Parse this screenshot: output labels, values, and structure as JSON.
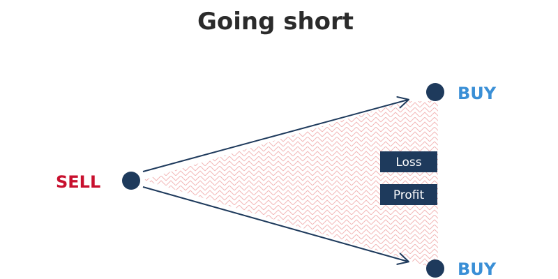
{
  "title": "Going short",
  "nodes": {
    "sell": "SELL",
    "buy_top": "BUY",
    "buy_bottom": "BUY"
  },
  "boxes": {
    "loss": "Loss",
    "profit": "Profit"
  },
  "colors": {
    "title": "#2b2b2b",
    "node_fill": "#1e3a5c",
    "arrow": "#1e3a5c",
    "sell_text": "#c8102e",
    "buy_text": "#3a8fd6",
    "box_fill": "#1e3a5c",
    "box_text": "#ffffff",
    "hatch": "#f2b8b8"
  }
}
